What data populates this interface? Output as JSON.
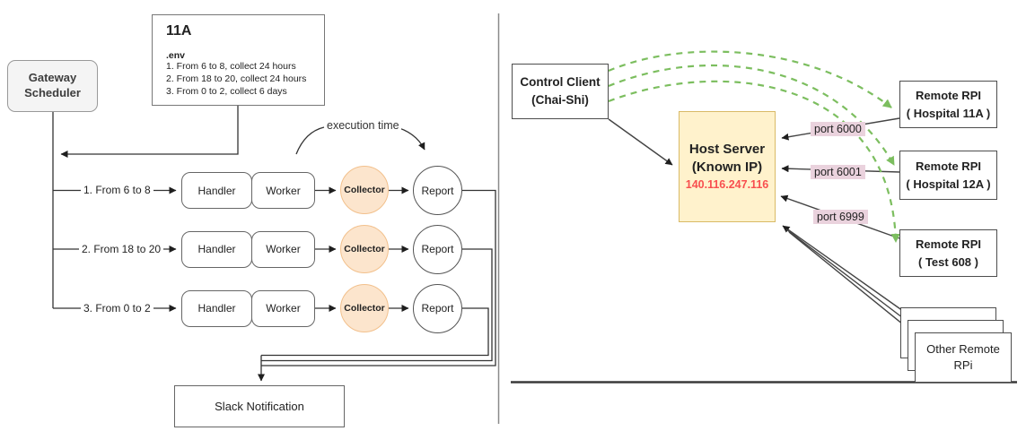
{
  "left": {
    "gateway": {
      "line1": "Gateway",
      "line2": "Scheduler"
    },
    "env": {
      "title": "11A",
      "label": ".env",
      "items": [
        "1. From 6 to 8, collect 24 hours",
        "2. From 18 to 20, collect 24 hours",
        "3. From 0 to 2, collect 6 days"
      ]
    },
    "execution_time": "execution time",
    "rows": [
      {
        "label": "1. From 6 to 8",
        "handler": "Handler",
        "worker": "Worker",
        "collector": "Collector",
        "report": "Report"
      },
      {
        "label": "2. From 18 to 20",
        "handler": "Handler",
        "worker": "Worker",
        "collector": "Collector",
        "report": "Report"
      },
      {
        "label": "3. From 0 to 2",
        "handler": "Handler",
        "worker": "Worker",
        "collector": "Collector",
        "report": "Report"
      }
    ],
    "slack": "Slack Notification"
  },
  "right": {
    "control": {
      "line1": "Control Client",
      "line2": "(Chai-Shi)"
    },
    "host": {
      "line1": "Host Server",
      "line2": "(Known IP)",
      "ip": "140.116.247.116"
    },
    "ports": [
      "port 6000",
      "port 6001",
      "port 6999"
    ],
    "rpis": [
      {
        "line1": "Remote RPI",
        "line2": "( Hospital 11A )"
      },
      {
        "line1": "Remote RPI",
        "line2": "( Hospital 12A )"
      },
      {
        "line1": "Remote RPI",
        "line2": "( Test 608 )"
      }
    ],
    "other_rpi": {
      "line1": "Other Remote",
      "line2": "RPi"
    }
  },
  "colors": {
    "host_fill": "#fff2cc",
    "host_border": "#d9ba66",
    "ip_text": "#f84f4f",
    "collector_fill": "#fce5cd",
    "collector_border": "#f2c08c",
    "port_bg": "#ead2dd",
    "green_arrow": "#7cbe5f",
    "gateway_fill": "#f4f4f4"
  }
}
